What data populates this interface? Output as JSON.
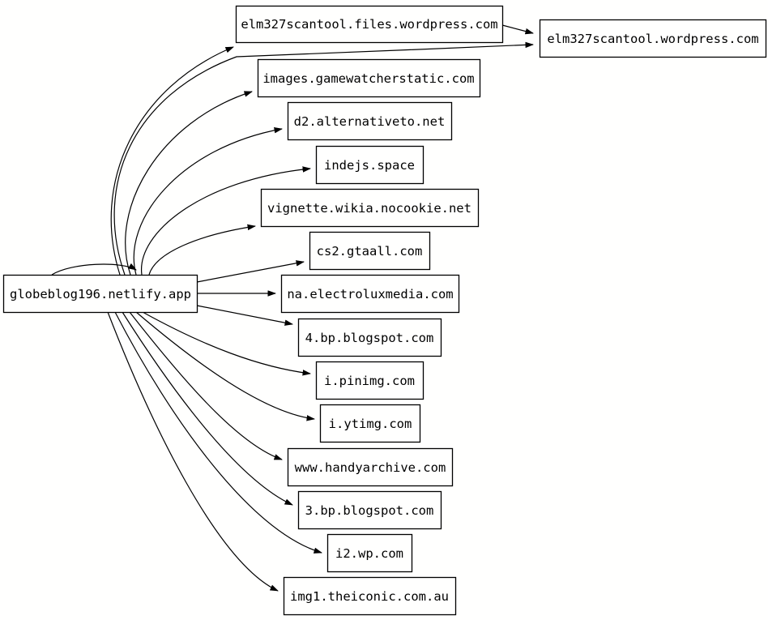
{
  "diagram": {
    "type": "directed-link-graph",
    "background_color": "#fffffe",
    "edge_color": "#000000",
    "node_border_color": "#000000",
    "node_fill_color": "#fffffe",
    "source_node": "globeblog196.netlify.app",
    "nodes": [
      {
        "id": "globeblog196-netlify-app",
        "label": "globeblog196.netlify.app"
      },
      {
        "id": "elm327scantool-files-wordpress-com",
        "label": "elm327scantool.files.wordpress.com"
      },
      {
        "id": "elm327scantool-wordpress-com",
        "label": "elm327scantool.wordpress.com"
      },
      {
        "id": "images-gamewatcherstatic-com",
        "label": "images.gamewatcherstatic.com"
      },
      {
        "id": "d2-alternativeto-net",
        "label": "d2.alternativeto.net"
      },
      {
        "id": "indejs-space",
        "label": "indejs.space"
      },
      {
        "id": "vignette-wikia-nocookie-net",
        "label": "vignette.wikia.nocookie.net"
      },
      {
        "id": "cs2-gtaall-com",
        "label": "cs2.gtaall.com"
      },
      {
        "id": "na-electroluxmedia-com",
        "label": "na.electroluxmedia.com"
      },
      {
        "id": "4-bp-blogspot-com",
        "label": "4.bp.blogspot.com"
      },
      {
        "id": "i-pinimg-com",
        "label": "i.pinimg.com"
      },
      {
        "id": "i-ytimg-com",
        "label": "i.ytimg.com"
      },
      {
        "id": "www-handyarchive-com",
        "label": "www.handyarchive.com"
      },
      {
        "id": "3-bp-blogspot-com",
        "label": "3.bp.blogspot.com"
      },
      {
        "id": "i2-wp-com",
        "label": "i2.wp.com"
      },
      {
        "id": "img1-theiconic-com-au",
        "label": "img1.theiconic.com.au"
      }
    ],
    "edges": [
      {
        "from": "globeblog196.netlify.app",
        "to": "elm327scantool.files.wordpress.com"
      },
      {
        "from": "globeblog196.netlify.app",
        "to": "elm327scantool.wordpress.com"
      },
      {
        "from": "globeblog196.netlify.app",
        "to": "images.gamewatcherstatic.com"
      },
      {
        "from": "globeblog196.netlify.app",
        "to": "d2.alternativeto.net"
      },
      {
        "from": "globeblog196.netlify.app",
        "to": "indejs.space"
      },
      {
        "from": "globeblog196.netlify.app",
        "to": "vignette.wikia.nocookie.net"
      },
      {
        "from": "globeblog196.netlify.app",
        "to": "cs2.gtaall.com"
      },
      {
        "from": "globeblog196.netlify.app",
        "to": "na.electroluxmedia.com"
      },
      {
        "from": "globeblog196.netlify.app",
        "to": "4.bp.blogspot.com"
      },
      {
        "from": "globeblog196.netlify.app",
        "to": "i.pinimg.com"
      },
      {
        "from": "globeblog196.netlify.app",
        "to": "i.ytimg.com"
      },
      {
        "from": "globeblog196.netlify.app",
        "to": "www.handyarchive.com"
      },
      {
        "from": "globeblog196.netlify.app",
        "to": "3.bp.blogspot.com"
      },
      {
        "from": "globeblog196.netlify.app",
        "to": "i2.wp.com"
      },
      {
        "from": "globeblog196.netlify.app",
        "to": "img1.theiconic.com.au"
      },
      {
        "from": "globeblog196.netlify.app",
        "to": "globeblog196.netlify.app"
      },
      {
        "from": "elm327scantool.files.wordpress.com",
        "to": "elm327scantool.wordpress.com"
      }
    ]
  }
}
